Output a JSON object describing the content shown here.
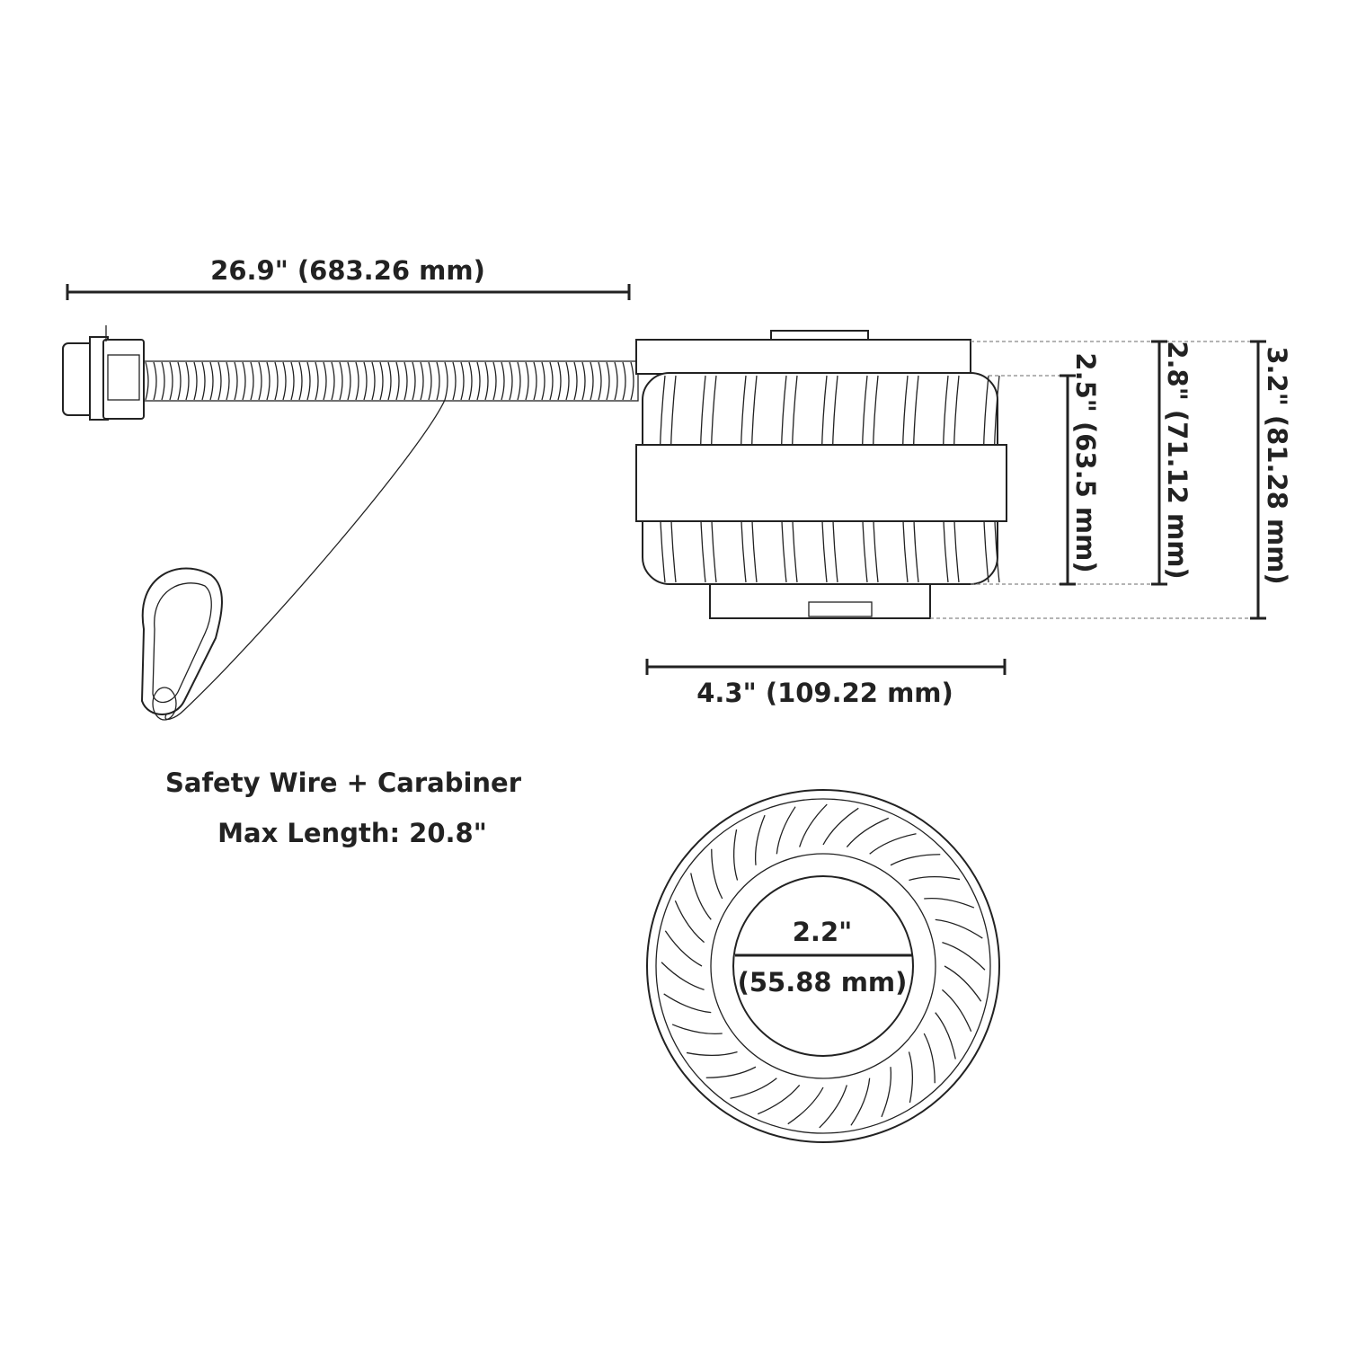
{
  "dimensions": {
    "cable_length": "26.9\" (683.26 mm)",
    "body_height": "2.5\" (63.5 mm)",
    "height_with_cap": "2.8\" (71.12 mm)",
    "total_height": "3.2\" (81.28 mm)",
    "width": "4.3\" (109.22 mm)",
    "inner_diameter": "2.2\"",
    "inner_diameter_mm": "(55.88 mm)"
  },
  "notes": {
    "line1": "Safety Wire + Carabiner",
    "line2": "Max Length: 20.8\""
  }
}
